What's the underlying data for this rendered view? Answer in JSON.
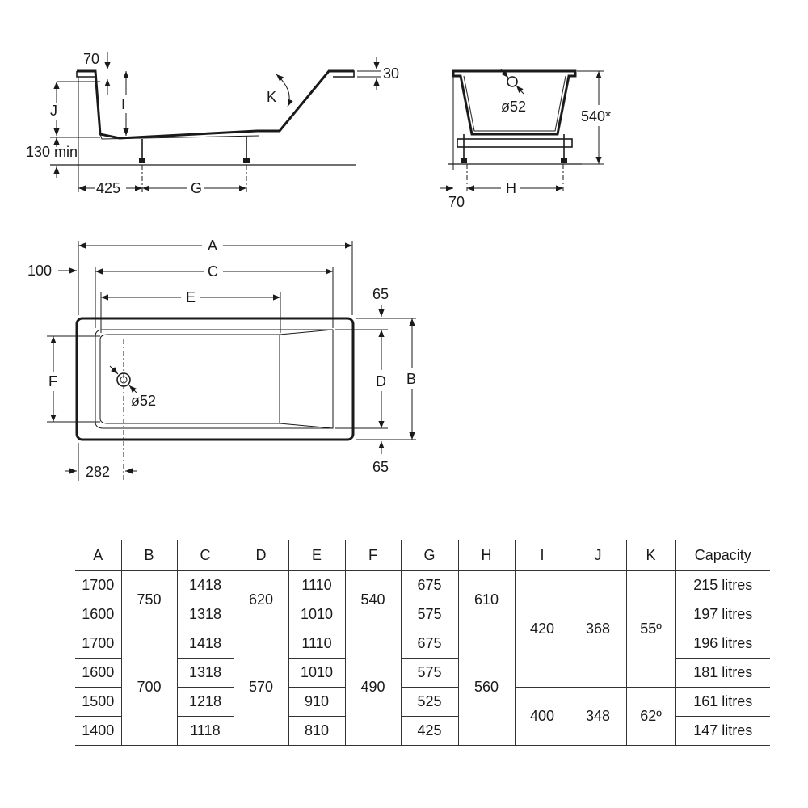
{
  "drawing": {
    "side_view": {
      "rim_offset": "70",
      "rim_thickness": "30",
      "label_j": "J",
      "label_i": "I",
      "label_k": "K",
      "floor_clearance": "130 min",
      "drain_offset": "425",
      "label_g": "G"
    },
    "end_view": {
      "drain_diameter": "ø52",
      "height": "540*",
      "foot_offset": "70",
      "label_h": "H"
    },
    "plan_view": {
      "label_a": "A",
      "label_c": "C",
      "label_e": "E",
      "inner_offset": "100",
      "rim_top": "65",
      "rim_bottom": "65",
      "label_f": "F",
      "label_d": "D",
      "label_b": "B",
      "drain_diameter": "ø52",
      "drain_offset": "282"
    }
  },
  "table": {
    "headers": [
      "A",
      "B",
      "C",
      "D",
      "E",
      "F",
      "G",
      "H",
      "I",
      "J",
      "K",
      "Capacity"
    ],
    "rows": [
      {
        "A": "1700",
        "B": "750",
        "C": "1418",
        "D": "620",
        "E": "1110",
        "F": "540",
        "G": "675",
        "H": "610",
        "I": "420",
        "J": "368",
        "K": "55º",
        "Capacity": "215 litres"
      },
      {
        "A": "1600",
        "C": "1318",
        "E": "1010",
        "G": "575",
        "Capacity": "197 litres"
      },
      {
        "A": "1700",
        "B": "700",
        "C": "1418",
        "D": "570",
        "E": "1110",
        "F": "490",
        "G": "675",
        "H": "560",
        "Capacity": "196 litres"
      },
      {
        "A": "1600",
        "C": "1318",
        "E": "1010",
        "G": "575",
        "Capacity": "181 litres"
      },
      {
        "A": "1500",
        "C": "1218",
        "E": "910",
        "G": "525",
        "I": "400",
        "J": "348",
        "K": "62º",
        "Capacity": "161 litres"
      },
      {
        "A": "1400",
        "C": "1118",
        "E": "810",
        "G": "425",
        "Capacity": "147 litres"
      }
    ]
  }
}
